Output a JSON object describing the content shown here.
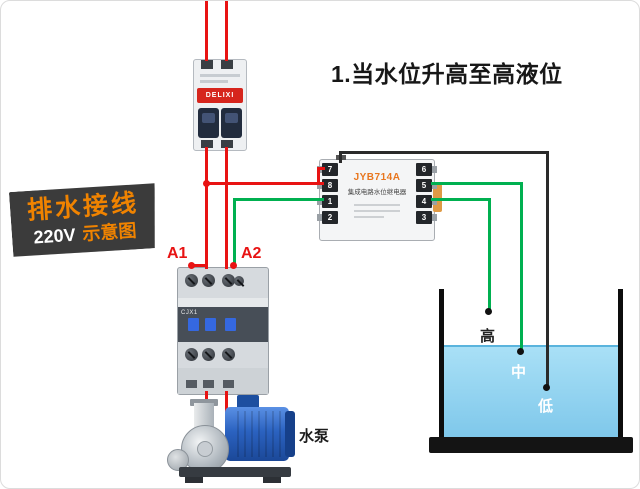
{
  "colors": {
    "wire_red": "#e81313",
    "wire_green": "#00b050",
    "wire_dark": "#2a2a2a",
    "accent_orange": "#f08300",
    "badge_bg": "#3b3b3b",
    "water_blue": "#8ed2f0",
    "brand_red": "#d6251d",
    "relay_orange": "#e8761e"
  },
  "title": "1.当水位升高至高液位",
  "badge": {
    "line1": "排水接线",
    "v220": "220V",
    "schematic": "示意图"
  },
  "breaker": {
    "brand": "DELIXI"
  },
  "relay": {
    "model": "JYB714A",
    "name_cn": "集成电路水位继电器",
    "left_terminals": [
      "7",
      "8",
      "1",
      "2"
    ],
    "right_terminals": [
      "6",
      "5",
      "4",
      "3"
    ]
  },
  "contactor": {
    "a1": "A1",
    "a2": "A2",
    "model": "CJX1"
  },
  "pump": {
    "label": "水泵"
  },
  "tank": {
    "probe_high": "高",
    "probe_mid": "中",
    "probe_low": "低"
  }
}
